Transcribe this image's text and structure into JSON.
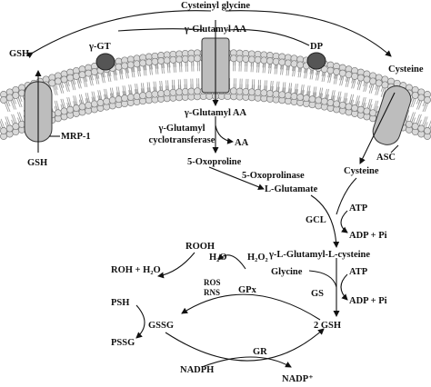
{
  "labels": {
    "cysteinyl_glycine": "Cysteinyl glycine",
    "glutamyl_aa_top": "γ-Glutamyl AA",
    "gsh_left": "GSH",
    "gamma_gt": "γ-GT",
    "dp": "DP",
    "cysteine_right": "Cysteine",
    "mrp1": "MRP-1",
    "gsh_bottom": "GSH",
    "asc": "ASC",
    "glutamyl_aa_inner": "γ-Glutamyl AA",
    "cyclotransferase_1": "γ-Glutamyl",
    "cyclotransferase_2": "cyclotransferase",
    "aa": "AA",
    "oxoproline": "5-Oxoproline",
    "oxoprolinase": "5-Oxoprolinase",
    "l_glutamate": "L-Glutamate",
    "cysteine_inner": "Cysteine",
    "gcl": "GCL",
    "atp_1": "ATP",
    "adp_pi_1": "ADP + Pi",
    "glutamylcysteine": "γ-L-Glutamyl-L-cysteine",
    "glycine": "Glycine",
    "atp_2": "ATP",
    "gs": "GS",
    "adp_pi_2": "ADP + Pi",
    "rooh": "ROOH",
    "roh_h2o": "ROH + H₂O",
    "h2o": "H₂O",
    "h2o2": "H₂O₂",
    "ros": "ROS",
    "rns": "RNS",
    "gpx": "GPx",
    "psh": "PSH",
    "gssg": "GSSG",
    "pssg": "PSSG",
    "two_gsh": "2 GSH",
    "gr": "GR",
    "nadph": "NADPH",
    "nadp": "NADP⁺"
  },
  "colors": {
    "membrane_bead_fill": "#d9d9d9",
    "membrane_bead_stroke": "#7a7a7a",
    "tail_stroke": "#9a9a9a",
    "transporter_fill": "#bdbdbd",
    "enzyme_fill": "#555555",
    "ink": "#111111"
  }
}
